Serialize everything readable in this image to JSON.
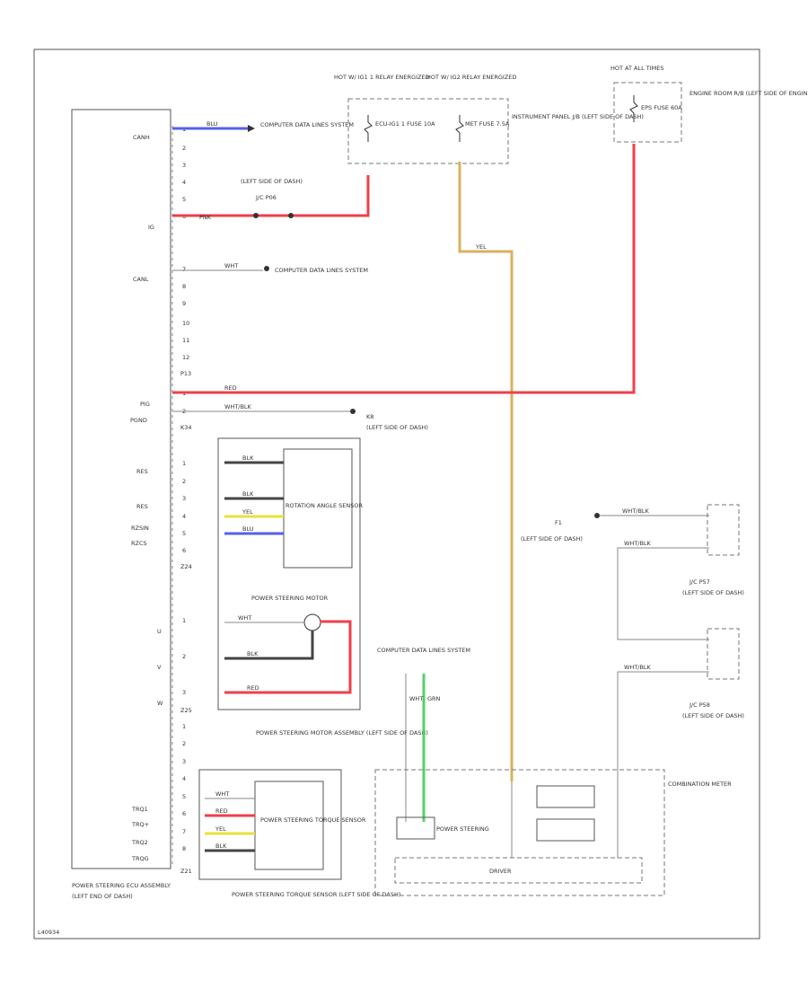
{
  "ecu": {
    "signals": {
      "canh": "CANH",
      "ig": "IG",
      "canl": "CANL",
      "pig": "PIG",
      "pgnd": "PGND",
      "res1": "RES",
      "res2": "RES",
      "rzsin": "RZSIN",
      "rzcs": "RZCS",
      "u": "U",
      "v": "V",
      "w": "W",
      "trq1": "TRQ1",
      "trq1b": "TRQ+",
      "trq2": "TRQ2",
      "trq2b": "TRQG"
    },
    "pins_a": [
      "1",
      "2",
      "3",
      "4",
      "5",
      "6",
      "7",
      "8",
      "9",
      "10",
      "11",
      "12"
    ],
    "pins_b": [
      "1",
      "2"
    ],
    "pins_c": [
      "1",
      "2",
      "3",
      "4",
      "5",
      "6"
    ],
    "pins_d": [
      "1",
      "2",
      "3"
    ],
    "pins_e": [
      "1",
      "2",
      "3",
      "4",
      "5",
      "6",
      "7",
      "8"
    ],
    "conn": {
      "p13": "P13",
      "p14": "K34",
      "p15": "Z24",
      "p16": "Z25",
      "p17": "Z21"
    },
    "name": "POWER STEERING ECU ASSEMBLY",
    "loc": "(LEFT END OF DASH)"
  },
  "labels": {
    "comp1": "COMPUTER DATA LINES SYSTEM",
    "comp2": "COMPUTER DATA LINES SYSTEM",
    "comp3": "COMPUTER DATA LINES SYSTEM",
    "left_dash": "(LEFT SIDE OF DASH)",
    "jc_pnl": "J/C P06",
    "hot1": "HOT W/ IG1 1 RELAY ENERGIZED",
    "hot2": "HOT W/ IG2 RELAY ENERGIZED",
    "hot3": "HOT AT ALL TIMES",
    "fuse1": "ECU-IG1 1 FUSE 10A",
    "fuse2": "MET FUSE 7.5A",
    "fuse3": "EPS FUSE 60A",
    "panel": "INSTRUMENT PANEL J/B (LEFT SIDE OF DASH)",
    "engine": "ENGINE ROOM R/B (LEFT SIDE OF ENGINE COMPT)",
    "k8": "K8",
    "k8loc": "(LEFT SIDE OF DASH)",
    "f1": "F1",
    "f1loc": "(LEFT SIDE OF DASH)",
    "jcp57": "J/C P57",
    "jcp57loc": "(LEFT SIDE OF DASH)",
    "jcp58": "J/C P58",
    "jcp58loc": "(LEFT SIDE OF DASH)",
    "rot": "ROTATION ANGLE SENSOR",
    "motor": "POWER STEERING MOTOR",
    "motor_asm": "POWER STEERING MOTOR ASSEMBLY (LEFT SIDE OF DASH)",
    "torque": "POWER STEERING TORQUE SENSOR",
    "torque_asm": "POWER STEERING TORQUE SENSOR (LEFT SIDE OF DASH)",
    "combo": "COMBINATION METER",
    "ps": "POWER STEERING",
    "driver": "DRIVER",
    "ref": "L40934"
  },
  "wires": {
    "blu": "BLU",
    "pnk": "PNK",
    "wht": "WHT",
    "red": "RED",
    "whtblk": "WHT/BLK",
    "blk": "BLK",
    "yel": "YEL",
    "grn": "GRN",
    "ylw": "YEL"
  },
  "colors": {
    "red": "#ef3f4b",
    "yellow": "#d9b25c",
    "blue": "#5560e8",
    "green": "#55d06a",
    "black": "#444444"
  }
}
